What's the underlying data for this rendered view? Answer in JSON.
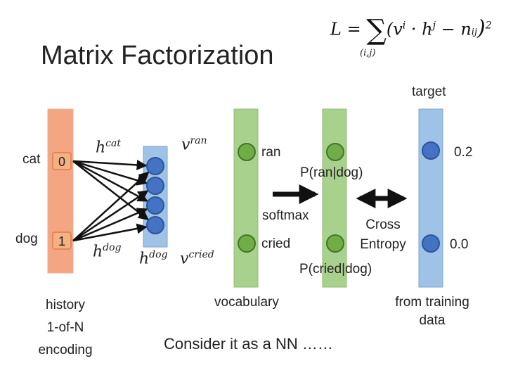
{
  "title": "Matrix Factorization",
  "formula": {
    "lhs": "L = ",
    "sum": "∑",
    "sum_sub": "(i,j)",
    "body": "(v",
    "sup_i": "i",
    "dot": " · h",
    "sup_j": "j",
    "minus": " − n",
    "sub_ij": "ij",
    "close": ")",
    "power": "2"
  },
  "input": {
    "rows": [
      {
        "word": "cat",
        "value": "0"
      },
      {
        "word": "dog",
        "value": "1"
      }
    ],
    "caption": [
      "history",
      "1-of-N",
      "encoding"
    ]
  },
  "math_labels": {
    "h_cat": {
      "base": "h",
      "sup": "cat"
    },
    "h_dog_left": {
      "base": "h",
      "sup": "dog"
    },
    "h_dog_bottom": {
      "base": "h",
      "sup": "dog"
    },
    "v_ran": {
      "base": "v",
      "sup": "ran"
    },
    "v_cried": {
      "base": "v",
      "sup": "cried"
    }
  },
  "vocabulary": {
    "words": [
      "ran",
      "cried"
    ],
    "caption": "vocabulary"
  },
  "softmax": {
    "label": "softmax",
    "p_ran": "P(ran|dog)",
    "p_cried": "P(cried|dog)"
  },
  "loss": {
    "line1": "Cross",
    "line2": "Entropy"
  },
  "target": {
    "label": "target",
    "values": [
      "0.2",
      "0.0"
    ],
    "caption_line1": "from training",
    "caption_line2": "data"
  },
  "footer": "Consider it as a NN ……",
  "colors": {
    "input_bar": "#f4a582",
    "hidden_bar": "#9ec3e6",
    "hidden_node": "#4472c4",
    "vocab_bar": "#a9d18e",
    "vocab_node": "#70ad47",
    "target_bar": "#9ec3e6",
    "target_node": "#4472c4",
    "value_box": "#f4b183"
  }
}
